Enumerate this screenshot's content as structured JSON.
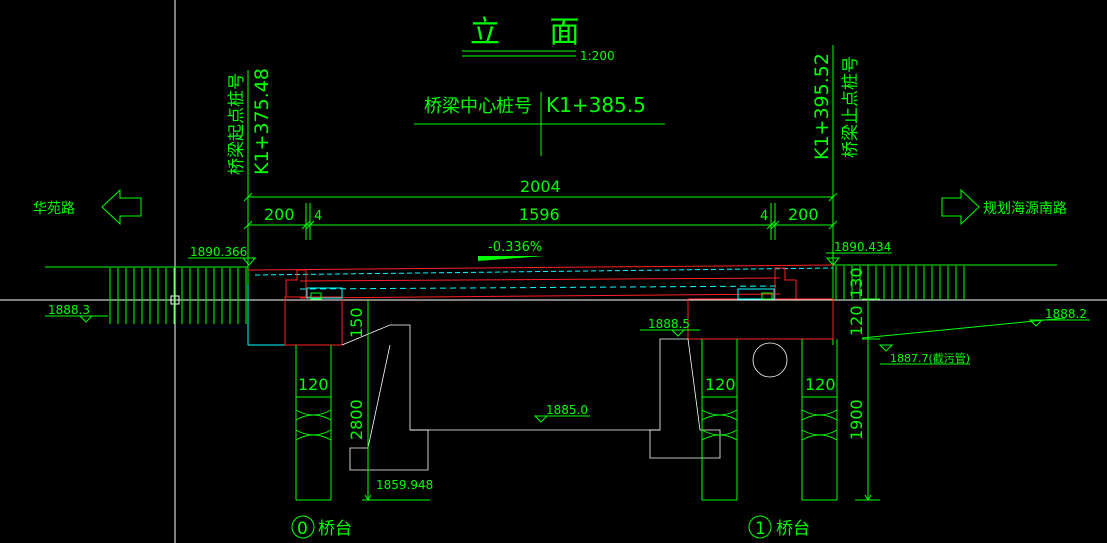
{
  "title": {
    "main": "立 面",
    "scale": "1:200"
  },
  "stations": {
    "start_label": "桥梁起点桩号",
    "start_value": "K1+375.48",
    "center_label": "桥梁中心桩号",
    "center_value": "K1+385.5",
    "end_label": "桥梁止点桩号",
    "end_value": "K1+395.52"
  },
  "roads": {
    "left": "华苑路",
    "right": "规划海源南路"
  },
  "dimensions": {
    "total": "2004",
    "left_end": "200",
    "left_gap": "4",
    "span": "1596",
    "right_gap": "4",
    "right_end": "200",
    "pile_left": "120",
    "pile_mid": "120",
    "pile_right": "120",
    "cap_height": "150",
    "pile_depth_left": "2800",
    "pile_depth_right": "1900",
    "right_h1": "120",
    "right_h2": "130"
  },
  "elevations": {
    "left_deck": "1890.366",
    "right_deck": "1890.434",
    "left_ground": "1888.3",
    "right_ground": "1888.2",
    "mid_ground": "1888.5",
    "riverbed": "1885.0",
    "pile_bottom": "1859.948",
    "sewer": "1887.7(截污管)"
  },
  "slope": "-0.336%",
  "abutments": {
    "left_num": "0",
    "left_label": "桥台",
    "right_num": "1",
    "right_label": "桥台"
  },
  "colors": {
    "background": "#000000",
    "primary": "#00ff00",
    "structure": "#ff2020",
    "deck": "#00ffff",
    "crosshair": "#ffffff"
  }
}
